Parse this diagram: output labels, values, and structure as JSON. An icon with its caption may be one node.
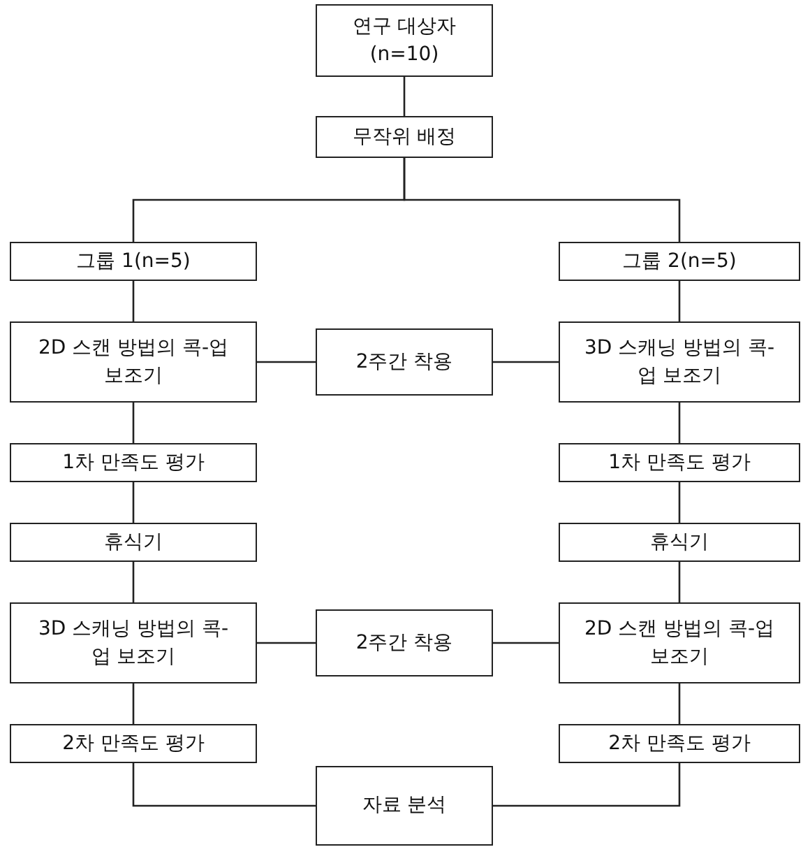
{
  "diagram": {
    "nodes": [
      {
        "text": [
          "연구 대상자 (n=10)"
        ]
      },
      {
        "text": [
          "무작위 배정"
        ]
      },
      {
        "text": [
          "그룹 1(n=5)"
        ]
      },
      {
        "text": [
          "그룹 2(n=5)"
        ]
      },
      {
        "text": [
          "2D 스캔 방법의 콕-업 보조기"
        ]
      },
      {
        "text": [
          "2주간 착용"
        ]
      },
      {
        "text": [
          "3D 스캐닝 방법의 콕-업 보조기"
        ]
      },
      {
        "text": [
          "1차 만족도 평가"
        ]
      },
      {
        "text": [
          "1차 만족도 평가"
        ]
      },
      {
        "text": [
          "휴식기"
        ]
      },
      {
        "text": [
          "휴식기"
        ]
      },
      {
        "text": [
          "3D 스캐닝 방법의 콕-업 보조기"
        ]
      },
      {
        "text": [
          "2주간 착용"
        ]
      },
      {
        "text": [
          "2D 스캔 방법의 콕-업 보조기"
        ]
      },
      {
        "text": [
          "2차 만족도 평가"
        ]
      },
      {
        "text": [
          "2차 만족도 평가"
        ]
      },
      {
        "text": [
          "자료 분석"
        ]
      }
    ],
    "edges": [
      {
        "from": 0,
        "to": 1,
        "arrow": "none"
      },
      {
        "from": 1,
        "to": 2,
        "arrow": "none"
      },
      {
        "from": 1,
        "to": 3,
        "arrow": "none"
      },
      {
        "from": 2,
        "to": 4,
        "arrow": "none"
      },
      {
        "from": 3,
        "to": 6,
        "arrow": "none"
      },
      {
        "from": 4,
        "to": 5,
        "arrow": "none"
      },
      {
        "from": 5,
        "to": 6,
        "arrow": "none"
      },
      {
        "from": 4,
        "to": 7,
        "arrow": "none"
      },
      {
        "from": 6,
        "to": 8,
        "arrow": "none"
      },
      {
        "from": 7,
        "to": 9,
        "arrow": "none"
      },
      {
        "from": 8,
        "to": 10,
        "arrow": "none"
      },
      {
        "from": 9,
        "to": 11,
        "arrow": "none"
      },
      {
        "from": 10,
        "to": 13,
        "arrow": "none"
      },
      {
        "from": 11,
        "to": 12,
        "arrow": "none"
      },
      {
        "from": 12,
        "to": 13,
        "arrow": "none"
      },
      {
        "from": 11,
        "to": 14,
        "arrow": "none"
      },
      {
        "from": 13,
        "to": 15,
        "arrow": "none"
      },
      {
        "from": 14,
        "to": 16,
        "arrow": "none"
      },
      {
        "from": 15,
        "to": 16,
        "arrow": "none"
      }
    ]
  }
}
